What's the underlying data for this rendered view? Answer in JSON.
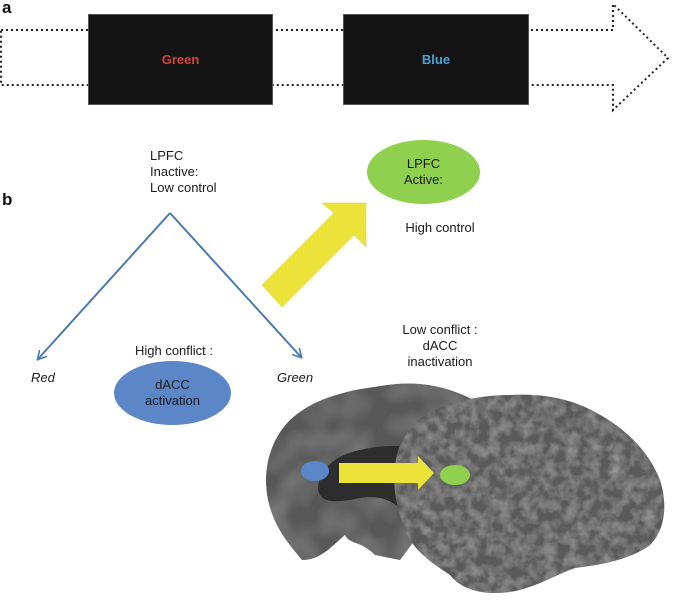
{
  "panel_a": {
    "label": "a",
    "stimuli": [
      {
        "word": "Green",
        "ink_color": "#d9433a",
        "background": "#141414"
      },
      {
        "word": "Blue",
        "ink_color": "#4aa3d4",
        "background": "#141414"
      }
    ],
    "sequence_arrow": {
      "style": "dotted outline",
      "direction": "right"
    }
  },
  "panel_b": {
    "label": "b",
    "lpfc_inactive": {
      "line1": "LPFC",
      "line2": "Inactive:",
      "line3": "Low control"
    },
    "response_options": {
      "left": "Red",
      "right": "Green"
    },
    "high_conflict": {
      "caption": "High conflict :",
      "ellipse_line1": "dACC",
      "ellipse_line2": "activation",
      "color": "#5b86c8"
    },
    "lpfc_active": {
      "ellipse_line1": "LPFC",
      "ellipse_line2": "Active:",
      "caption": "High control",
      "color": "#8fd14f"
    },
    "low_conflict": {
      "line1": "Low conflict :",
      "line2": "dACC",
      "line3": "inactivation"
    },
    "transition_arrow_color": "#ebe23a",
    "line_color": "#4a78b5",
    "brain": {
      "description": "lateral cortical surface with medial wall overlay",
      "dacc_marker_color": "#5b86c8",
      "lpfc_marker_color": "#8fd14f",
      "arrow_color": "#ebe23a"
    }
  }
}
